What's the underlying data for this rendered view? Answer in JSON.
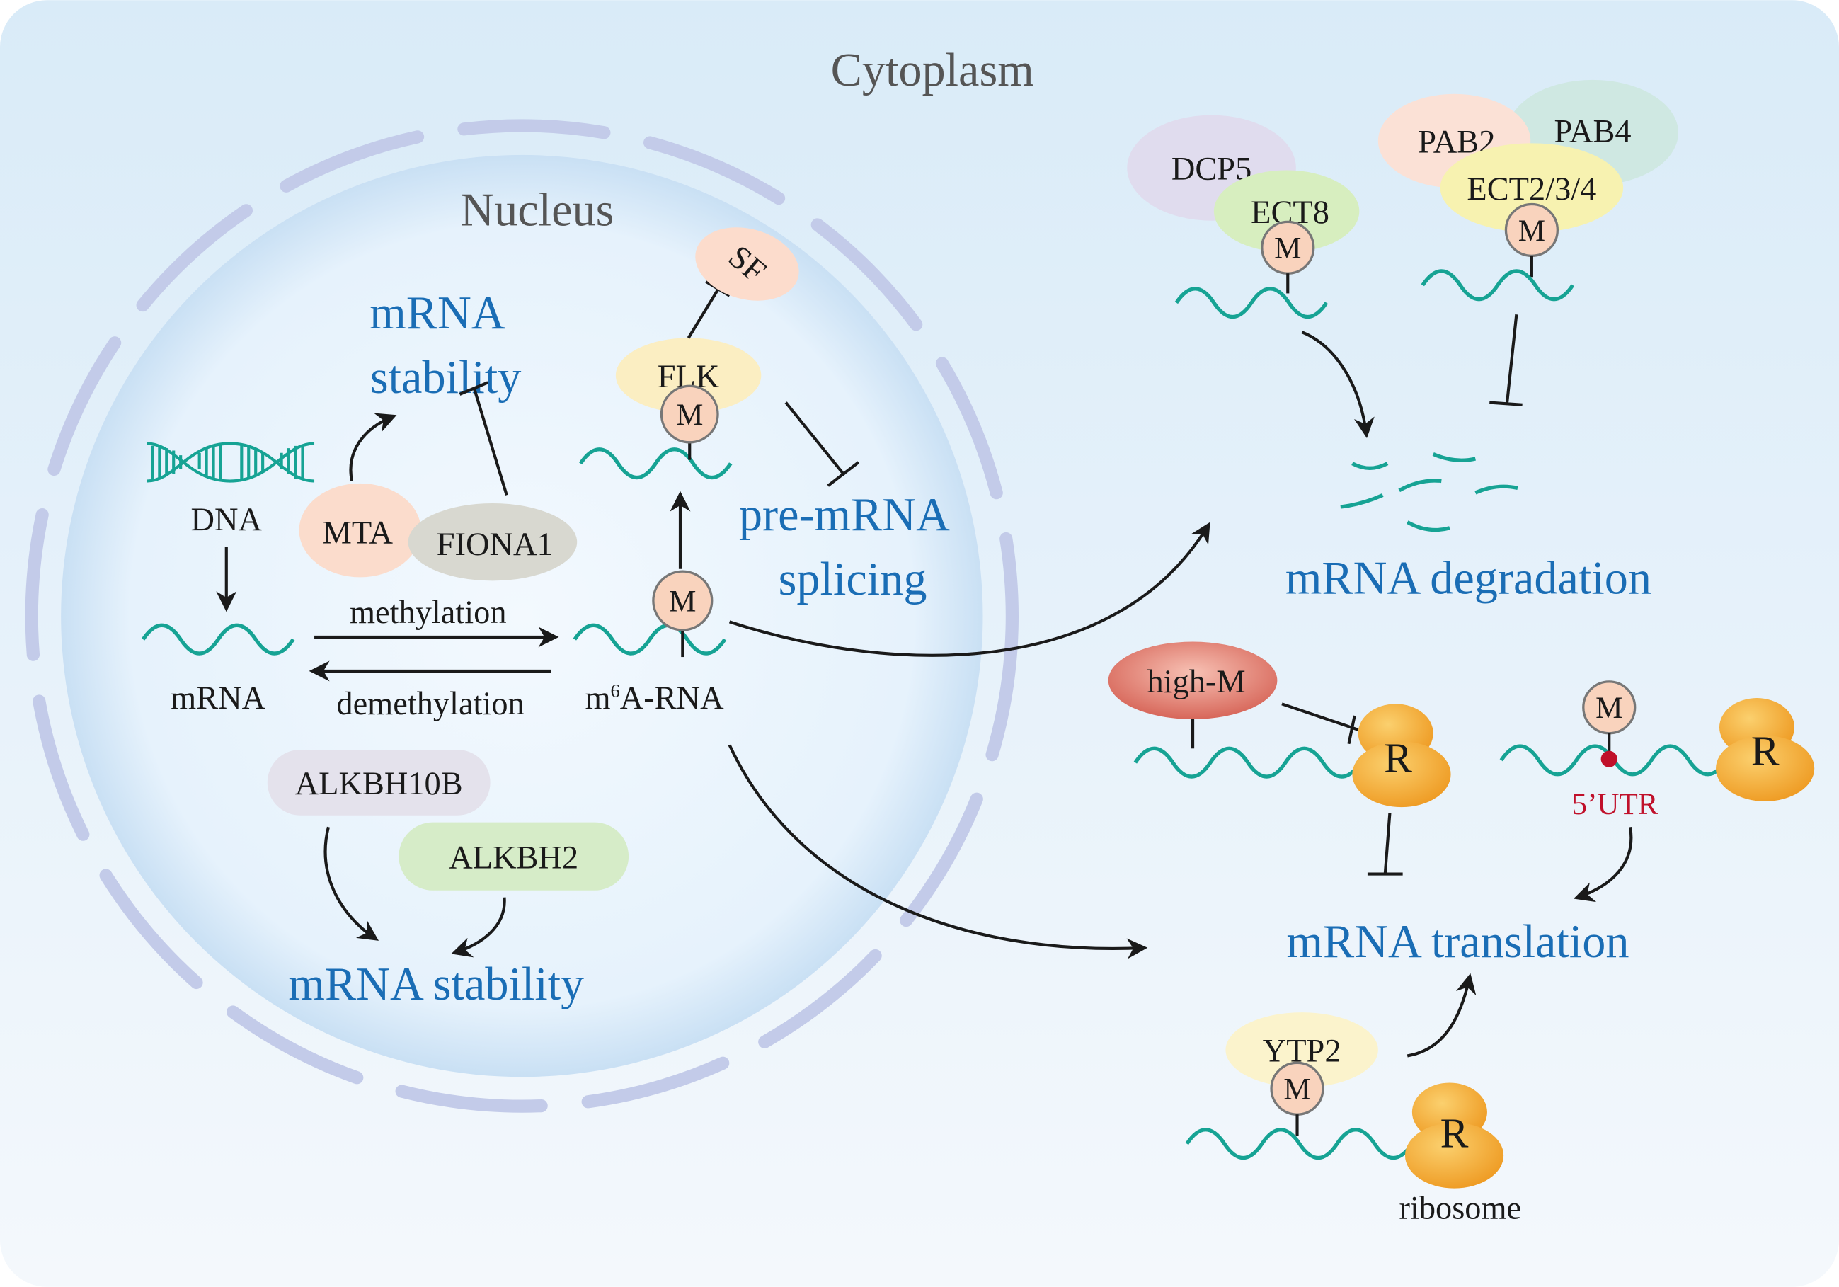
{
  "compartments": {
    "cytoplasm": "Cytoplasm",
    "nucleus": "Nucleus"
  },
  "nucleus": {
    "dna": "DNA",
    "mrna": "mRNA",
    "m6a_rna_prefix": "m",
    "m6a_rna_sup": "6",
    "m6a_rna_suffix": "A-RNA",
    "methylation": "methylation",
    "demethylation": "demethylation",
    "writers": [
      "MTA",
      "FIONA1"
    ],
    "stability_top": [
      "mRNA",
      "stability"
    ],
    "flk": "FLK",
    "sf": "SF",
    "splicing": [
      "pre-mRNA",
      "splicing"
    ],
    "erasers": [
      "ALKBH10B",
      "ALKBH2"
    ],
    "stability_bottom": "mRNA stability",
    "mark": "M"
  },
  "cytoplasm": {
    "degradation": {
      "proteins": [
        "DCP5",
        "ECT8",
        "PAB2",
        "PAB4",
        "ECT2/3/4"
      ],
      "label": "mRNA degradation"
    },
    "translation": {
      "high_m": "high-M",
      "ribosome_letter": "R",
      "utr": "5’UTR",
      "ytp2": "YTP2",
      "ribosome": "ribosome",
      "label": "mRNA translation"
    }
  },
  "colors": {
    "outcome_text": "#1a6db5",
    "rna": "#16a394",
    "utr": "#c0102a",
    "ribosome": "#f2a62b"
  }
}
